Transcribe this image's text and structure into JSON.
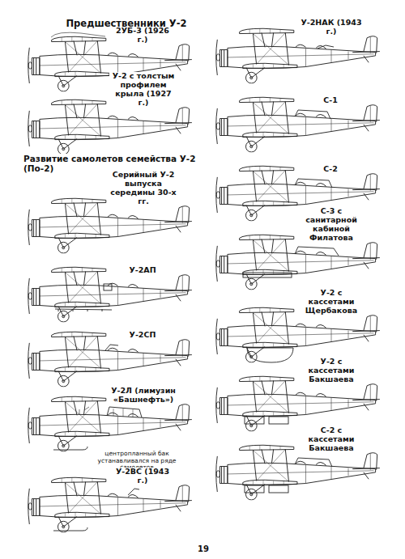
{
  "diagram": {
    "labels": [
      "Предшественники У-2",
      "2УБ-3 (1926 г.)",
      "У-2 с толстым профилем крыла (1927 г.)",
      "Развитие самолетов семейства У-2 (По-2)",
      "Серийный У-2 выпуска середины 30-х гг.",
      "У-2АП",
      "У-2СП",
      "У-2Л (лимузин «Башнефть»)",
      "центропланный бак устанавливался на ряде самолетов",
      "У-2ВС (1943 г.)",
      "У-2НАК (1943 г.)",
      "С-1",
      "С-2",
      "С-3 с санитарной кабиной Филатова",
      "У-2 с кассетами Щербакова",
      "У-2 с кассетами Бакшаева",
      "С-2 с кассетами Бакшаева",
      "19"
    ]
  }
}
